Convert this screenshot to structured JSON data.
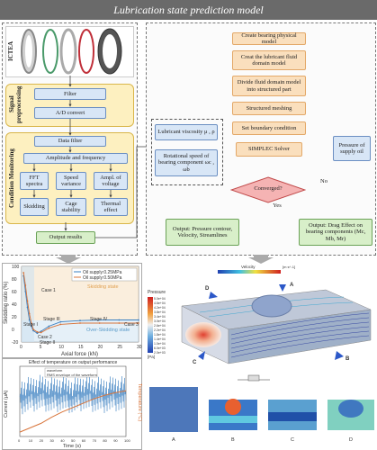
{
  "title": "Lubrication state prediction model",
  "left_flow": {
    "ictea": "ICTEA",
    "signal_preprocessing": "Signal preprocessing",
    "filter": "Filter",
    "ad_convert": "A/D convert",
    "condition_monitoring": "Condition Monitoring",
    "data_filter": "Data filter",
    "amplitude_frequency": "Amplitude and frequency",
    "fft_spectra": "FFT spectra",
    "speed_variance": "Speed variance",
    "ampl_voltage": "Ampl. of voltage",
    "skidding": "Skidding",
    "cage_stability": "Cage stability",
    "thermal_effect": "Thermal effect",
    "output_results": "Output results"
  },
  "right_flow": {
    "create_bearing": "Create bearing physical model",
    "create_fluid": "Creat the lubricant fluid domain model",
    "divide_fluid": "Divide fluid domain model into structured part",
    "structured_meshing": "Structured meshing",
    "set_boundary": "Set boundary condition",
    "simplec": "SIMPLEC Solver",
    "converged": "Converged?",
    "no": "No",
    "yes": "Yes",
    "lubricant_viscosity": "Lubricant viscosity μ , ρ",
    "rotational_speed": "Rotational speed of bearing component ωc , ωb",
    "pressure_supply": "Pressure of supply oil",
    "output_pressure": "Output: Pressure contour, Velocity, Streamlines",
    "output_drag": "Output: Drag Effect on bearing components (Mc, Mb, Mr)"
  },
  "skid_chart": {
    "ylabel": "Skidding ratio (%)",
    "xlabel": "Axial force (kN)",
    "legend": [
      "Oil supply:0.25MPa",
      "Oil supply:0.50MPa"
    ],
    "labels": {
      "skidding_state": "Skidding state",
      "over_skidding": "Over-Skidding state",
      "case1": "Case 1",
      "case2": "Case 2",
      "case3": "Case 3",
      "stage1": "Stage I",
      "stage2": "Stage II",
      "stage3": "Stage III",
      "stage4": "Stage IV"
    },
    "xticks": [
      "0",
      "5",
      "10",
      "15",
      "20",
      "25",
      "30"
    ],
    "yticks": [
      "-20",
      "0",
      "20",
      "40",
      "60",
      "80",
      "100"
    ]
  },
  "chart_data": [
    {
      "type": "line",
      "xlabel": "Axial force (kN)",
      "ylabel": "Skidding ratio (%)",
      "xlim": [
        0,
        30
      ],
      "ylim": [
        -20,
        100
      ],
      "series": [
        {
          "name": "Oil supply:0.25MPa",
          "x": [
            0.5,
            1,
            1.5,
            2,
            2.5,
            3,
            4,
            5,
            7,
            10,
            15,
            20,
            25,
            30
          ],
          "y": [
            85,
            60,
            35,
            15,
            5,
            -2,
            -6,
            -3,
            5,
            12,
            14,
            15,
            15,
            15
          ]
        },
        {
          "name": "Oil supply:0.50MPa",
          "x": [
            0.5,
            1,
            1.5,
            2,
            2.5,
            3,
            4,
            5,
            7,
            10,
            15,
            20,
            25,
            30
          ],
          "y": [
            90,
            70,
            45,
            25,
            10,
            0,
            -4,
            -5,
            2,
            8,
            10,
            10,
            10,
            10
          ]
        }
      ]
    },
    {
      "type": "line",
      "title": "Effect of temperature on output performance",
      "xlabel": "Time (s)",
      "ylabel": "Current (μA)",
      "xlim": [
        0,
        100
      ],
      "ylim": [
        0,
        80
      ],
      "annotation": "RMS envelope of the waveform",
      "series": [
        {
          "name": "waveform",
          "x": [
            0,
            10,
            20,
            30,
            40,
            50,
            60,
            70,
            80,
            90,
            100
          ],
          "y": [
            45,
            48,
            50,
            47,
            49,
            46,
            50,
            48,
            47,
            49,
            48
          ]
        },
        {
          "name": "RMS",
          "x": [
            0,
            10,
            20,
            30,
            40,
            50,
            60,
            70,
            80,
            90,
            100
          ],
          "y": [
            5,
            10,
            15,
            22,
            28,
            33,
            38,
            43,
            47,
            50,
            52
          ]
        }
      ]
    }
  ],
  "temp_chart": {
    "title": "Effect of temperature on output performance",
    "xlabel": "Time (s)",
    "ylabel": "Current (μA)",
    "y2label": "Temperature (°C)",
    "legend": [
      "waveform",
      "RMS envelope of the waveform"
    ],
    "xticks": [
      "0",
      "10",
      "20",
      "30",
      "40",
      "50",
      "60",
      "70",
      "80",
      "90",
      "100"
    ]
  },
  "cfd": {
    "pressure_label": "Pressure",
    "velocity_label": "Velocity",
    "pressure_unit": "[Pa]",
    "velocity_unit": "[m s^-1]",
    "pressure_ticks": [
      "5.0e+04",
      "4.6e+04",
      "4.2e+04",
      "3.8e+04",
      "3.4e+04",
      "3.0e+04",
      "2.6e+04",
      "2.2e+04",
      "1.8e+04",
      "1.4e+04",
      "1.0e+04",
      "6.0e+03",
      "2.0e+03"
    ],
    "markers": [
      "A",
      "B",
      "C",
      "D"
    ],
    "thumbs": [
      "A",
      "B",
      "C",
      "D"
    ]
  },
  "colors": {
    "title_bg": "#6a6a6a",
    "step_fill": "#fadfbd",
    "blue_fill": "#d8e6f6",
    "green_fill": "#d8efc9",
    "yellow_fill": "#fdf0c0",
    "diamond_fill": "#f5b3b3"
  }
}
